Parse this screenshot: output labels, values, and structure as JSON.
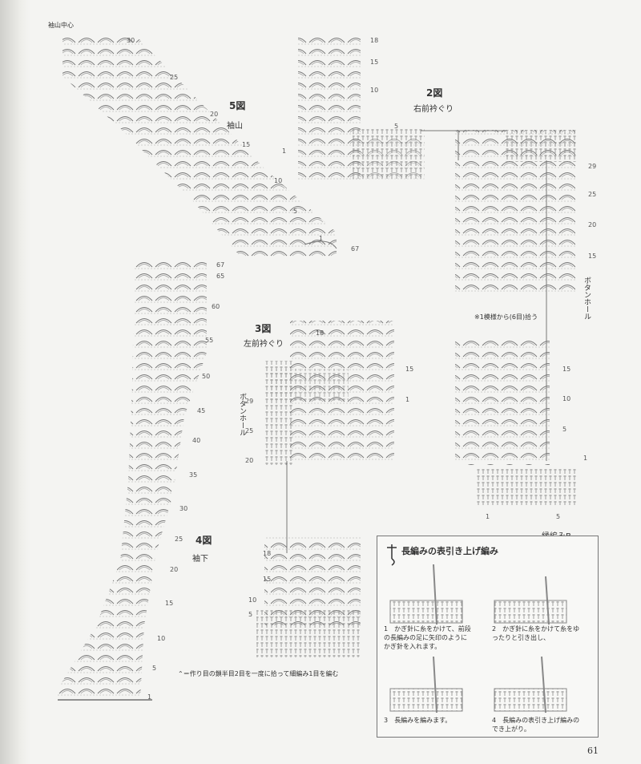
{
  "page": {
    "corner_label": "袖山中心",
    "page_number": "61",
    "footnote": "⌃＝作り目の鎖半目2目を一度に拾って細編み1目を編む"
  },
  "diagrams": {
    "fig5": {
      "title": "5図",
      "name": "袖山",
      "markers": [
        "30",
        "25",
        "20",
        "15",
        "10",
        "5",
        "1",
        "67"
      ]
    },
    "fig2": {
      "title": "2図",
      "name": "右前衿ぐり",
      "markers": [
        "18",
        "15",
        "10",
        "5",
        "1"
      ]
    },
    "right_panel": {
      "markers": [
        "29",
        "25",
        "20",
        "15"
      ],
      "vertical_label": "ボタンホール",
      "note": "※1模様から(6目)拾う"
    },
    "lower_right": {
      "markers": [
        "15",
        "10",
        "5",
        "1",
        "1",
        "5"
      ],
      "name": "縁編みB"
    },
    "fig3": {
      "title": "3図",
      "name": "左前衿ぐり",
      "markers": [
        "18",
        "15",
        "1",
        "29",
        "25",
        "20"
      ],
      "vertical_label": "ボタンホール"
    },
    "fig4": {
      "title": "4図",
      "name": "袖下",
      "markers": [
        "67",
        "65",
        "60",
        "55",
        "50",
        "45",
        "40",
        "35",
        "30",
        "25",
        "20",
        "15",
        "10",
        "5",
        "1"
      ]
    },
    "bottom_center": {
      "markers": [
        "18",
        "15",
        "10",
        "5"
      ]
    }
  },
  "inset": {
    "title": "長編みの表引き上げ編み",
    "steps": [
      {
        "num": "1",
        "text": "かぎ針に糸をかけて、前段の長編みの足に矢印のようにかぎ針を入れます。"
      },
      {
        "num": "2",
        "text": "かぎ針に糸をかけて糸をゆったりと引き出し、"
      },
      {
        "num": "3",
        "text": "長編みを編みます。"
      },
      {
        "num": "4",
        "text": "長編みの表引き上げ編みのでき上がり。"
      }
    ]
  }
}
